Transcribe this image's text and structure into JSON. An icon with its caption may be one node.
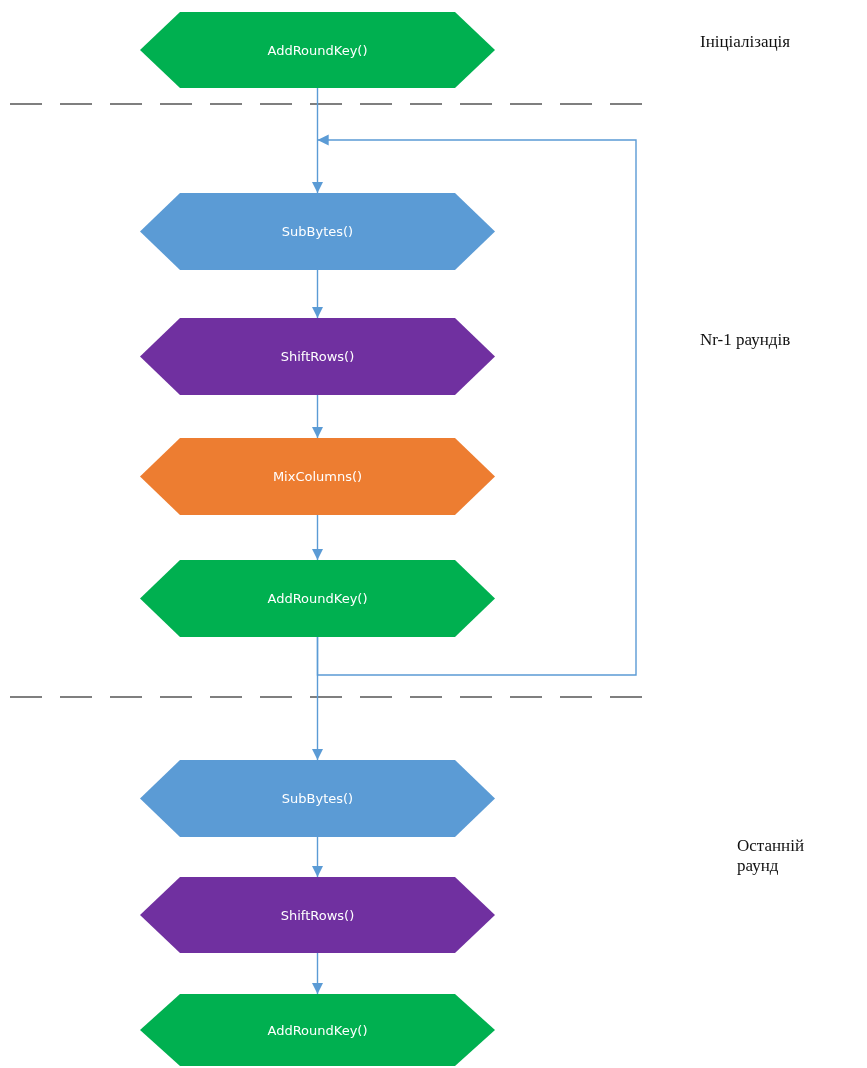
{
  "diagram": {
    "nodes": [
      {
        "text": [
          "AddRoundKey()"
        ]
      },
      {
        "text": [
          "SubBytes()"
        ]
      },
      {
        "text": [
          "ShiftRows()"
        ]
      },
      {
        "text": [
          "MixColumns()"
        ]
      },
      {
        "text": [
          "AddRoundKey()"
        ]
      },
      {
        "text": [
          "SubBytes()"
        ]
      },
      {
        "text": [
          "ShiftRows()"
        ]
      },
      {
        "text": [
          "AddRoundKey()"
        ]
      }
    ],
    "edges": [
      {
        "from": 0,
        "to": 1,
        "arrow": "to"
      },
      {
        "from": 1,
        "to": 2,
        "arrow": "to"
      },
      {
        "from": 2,
        "to": 3,
        "arrow": "to"
      },
      {
        "from": 3,
        "to": 4,
        "arrow": "to"
      },
      {
        "from": 4,
        "to": 1,
        "arrow": "to"
      },
      {
        "from": 4,
        "to": 5,
        "arrow": "to"
      },
      {
        "from": 5,
        "to": 6,
        "arrow": "to"
      },
      {
        "from": 6,
        "to": 7,
        "arrow": "to"
      }
    ],
    "labels": [
      "Ініціалізація",
      "Nr-1 раундів",
      "Останній раунд"
    ]
  }
}
